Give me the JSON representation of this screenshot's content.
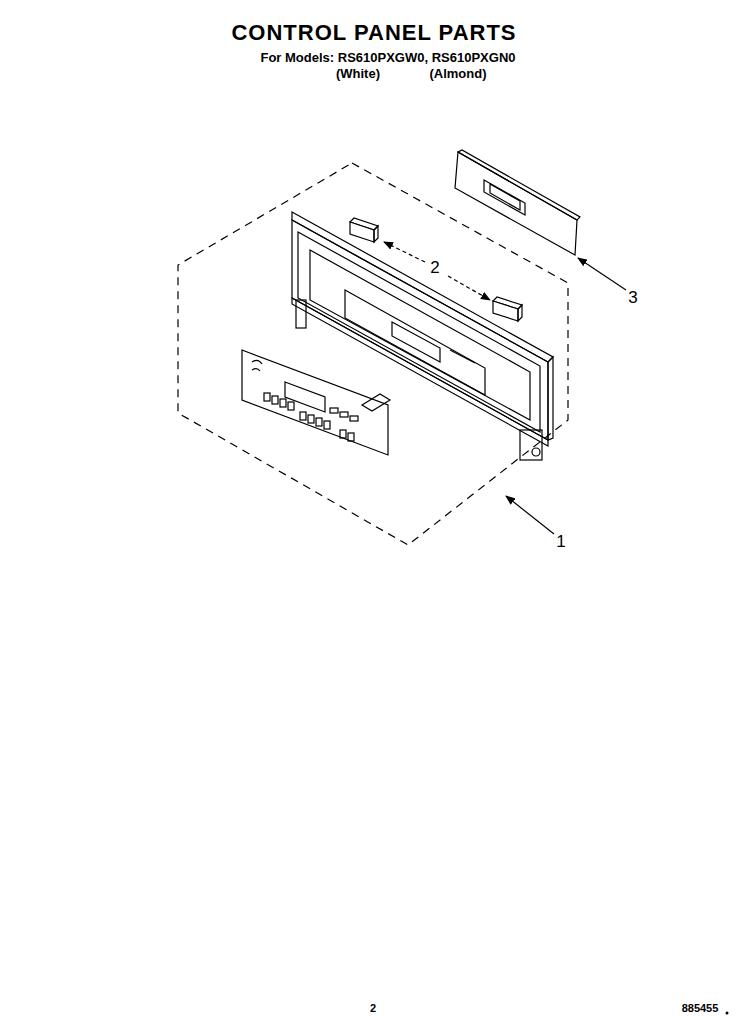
{
  "diagram": {
    "title": "CONTROL PANEL PARTS",
    "labels": [
      "For Models: RS610PXGW0, RS610PXGN0",
      "(White)",
      "(Almond)",
      "3",
      "2",
      "1",
      "2",
      "885455"
    ]
  }
}
